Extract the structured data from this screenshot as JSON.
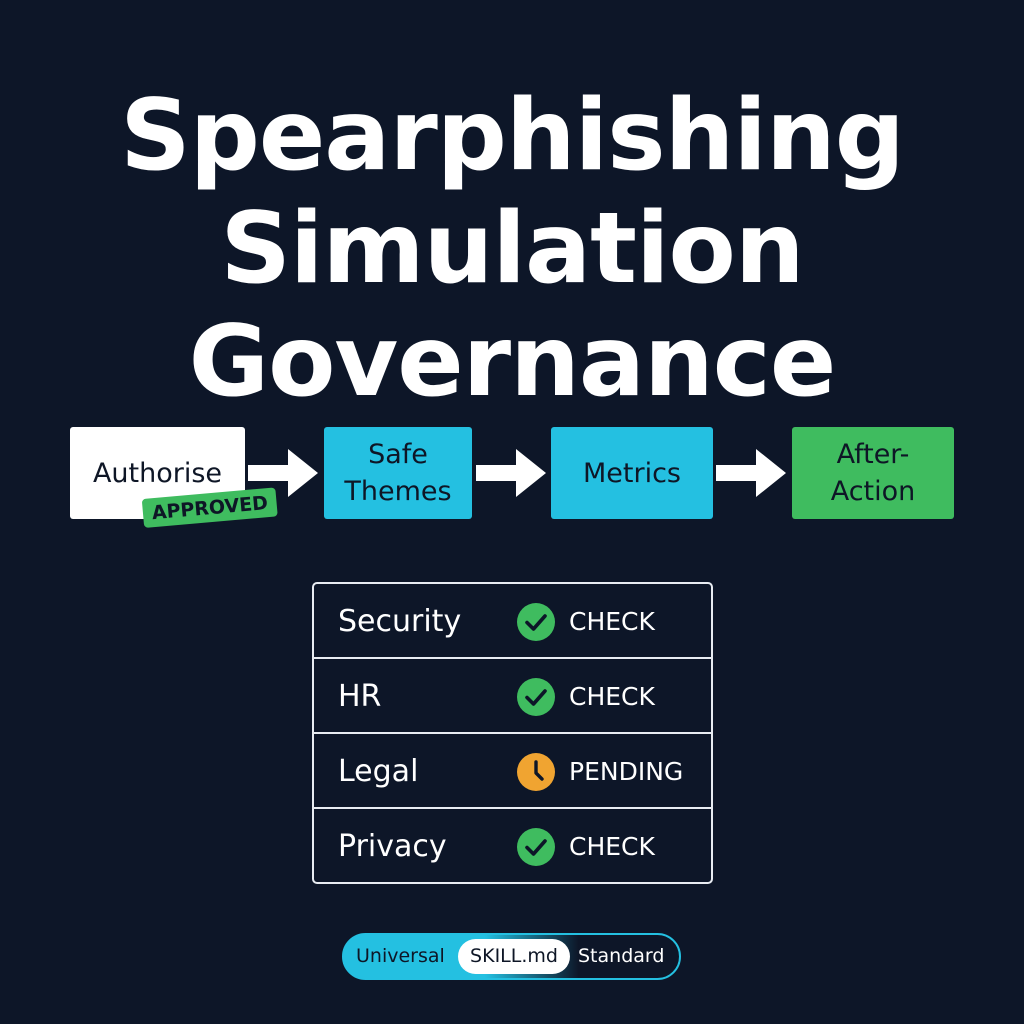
{
  "title": {
    "line1": "Spearphishing",
    "line2": "Simulation",
    "line3": "Governance"
  },
  "flow": {
    "steps": [
      {
        "label": "Authorise",
        "color": "#ffffff"
      },
      {
        "label": "Safe\nThemes",
        "color": "#24c0e1"
      },
      {
        "label": "Metrics",
        "color": "#24c0e1"
      },
      {
        "label": "After-\nAction",
        "color": "#3fbc5f"
      }
    ],
    "stamp": {
      "label": "APPROVED",
      "color": "#3fbc5f",
      "text_color": "#0e1626"
    }
  },
  "approvals": {
    "rows": [
      {
        "department": "Security",
        "status": "CHECK",
        "icon": "check-circle-icon",
        "icon_color": "#3fbc5f"
      },
      {
        "department": "HR",
        "status": "CHECK",
        "icon": "check-circle-icon",
        "icon_color": "#3fbc5f"
      },
      {
        "department": "Legal",
        "status": "PENDING",
        "icon": "clock-icon",
        "icon_color": "#f0a431"
      },
      {
        "department": "Privacy",
        "status": "CHECK",
        "icon": "check-circle-icon",
        "icon_color": "#3fbc5f"
      }
    ]
  },
  "badge": {
    "left": "Universal",
    "middle": "SKILL.md",
    "right": "Standard",
    "color": "#24c0e1"
  },
  "colors": {
    "background": "#0d1628",
    "border": "#e8ecf2"
  }
}
